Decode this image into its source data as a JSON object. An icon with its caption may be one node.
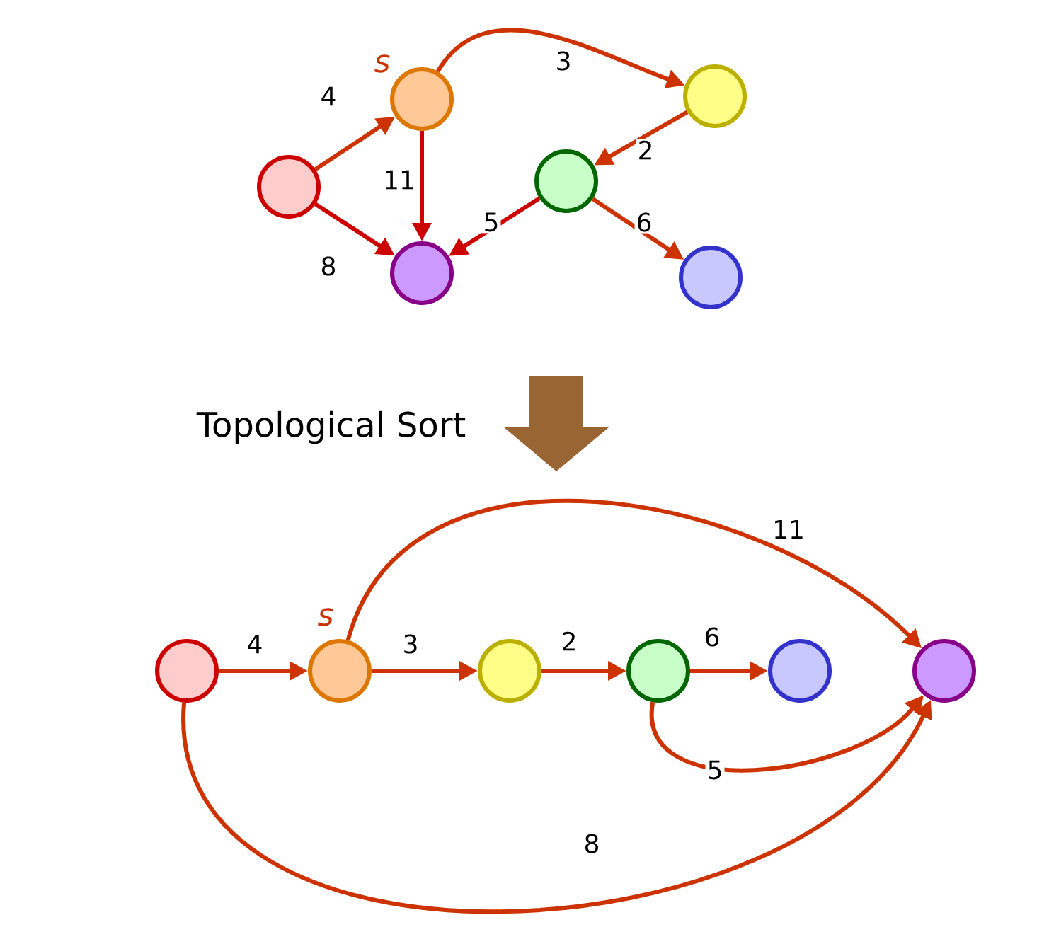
{
  "diagram": {
    "nodes": [
      {
        "text": [],
        "shape": "circle"
      },
      {
        "text": [],
        "shape": "circle",
        "beside": [
          "s"
        ]
      },
      {
        "text": [],
        "shape": "circle"
      },
      {
        "text": [],
        "shape": "circle"
      },
      {
        "text": [],
        "shape": "circle"
      },
      {
        "text": [],
        "shape": "circle"
      },
      {
        "text": [],
        "shape": "circle"
      },
      {
        "text": [],
        "shape": "circle",
        "beside": [
          "s"
        ]
      },
      {
        "text": [],
        "shape": "circle"
      },
      {
        "text": [],
        "shape": "circle"
      },
      {
        "text": [],
        "shape": "circle"
      },
      {
        "text": [],
        "shape": "circle"
      }
    ],
    "edges": [
      {
        "from": 0,
        "to": 1,
        "arrow": "to",
        "label": "4"
      },
      {
        "from": 1,
        "to": 2,
        "arrow": "to",
        "label": "3"
      },
      {
        "from": 2,
        "to": 3,
        "arrow": "to",
        "label": "2"
      },
      {
        "from": 0,
        "to": 4,
        "arrow": "to",
        "label": "8",
        "color": "#cc0000"
      },
      {
        "from": 1,
        "to": 4,
        "arrow": "to",
        "label": "11",
        "color": "#cc0000"
      },
      {
        "from": 3,
        "to": 4,
        "arrow": "to",
        "label": "5",
        "color": "#cc0000"
      },
      {
        "from": 3,
        "to": 5,
        "arrow": "to",
        "label": "6"
      },
      {
        "from": 6,
        "to": 7,
        "arrow": "to",
        "label": "4"
      },
      {
        "from": 7,
        "to": 8,
        "arrow": "to",
        "label": "3"
      },
      {
        "from": 8,
        "to": 9,
        "arrow": "to",
        "label": "2"
      },
      {
        "from": 9,
        "to": 10,
        "arrow": "to",
        "label": "6"
      },
      {
        "from": 7,
        "to": 11,
        "arrow": "to",
        "label": "11"
      },
      {
        "from": 9,
        "to": 11,
        "arrow": "to",
        "label": "5"
      },
      {
        "from": 6,
        "to": 11,
        "arrow": "to",
        "label": "8"
      }
    ],
    "labels": [
      "Topological Sort"
    ]
  }
}
